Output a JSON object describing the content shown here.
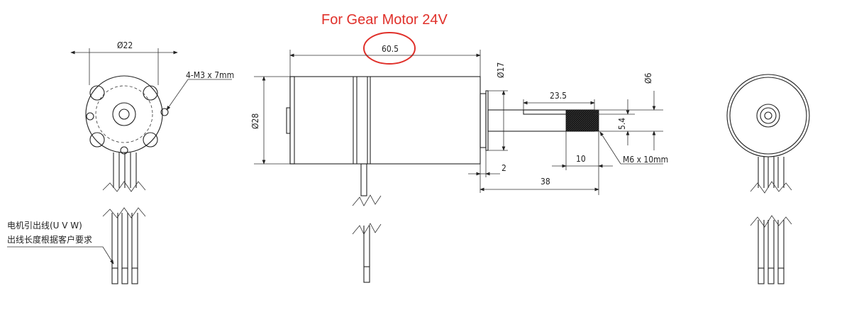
{
  "header": {
    "title": "For Gear Motor 24V",
    "accent_color": "#e0302a"
  },
  "front_view": {
    "diameter_label": "Ø22",
    "holes_label": "4-M3 x 7mm",
    "lead_note_line1": "电机引出线(U V W)",
    "lead_note_line2": "出线长度根据客户要求"
  },
  "side_view": {
    "overall_length": "60.5",
    "body_diameter": "Ø28",
    "gearbox_diameter": "Ø17",
    "shaft_length": "23.5",
    "shaft_diameter": "Ø6",
    "flat_depth": "5.4",
    "thread_length": "10",
    "thread_label": "M6 x 10mm",
    "shoulder_length": "2",
    "output_length": "38"
  }
}
